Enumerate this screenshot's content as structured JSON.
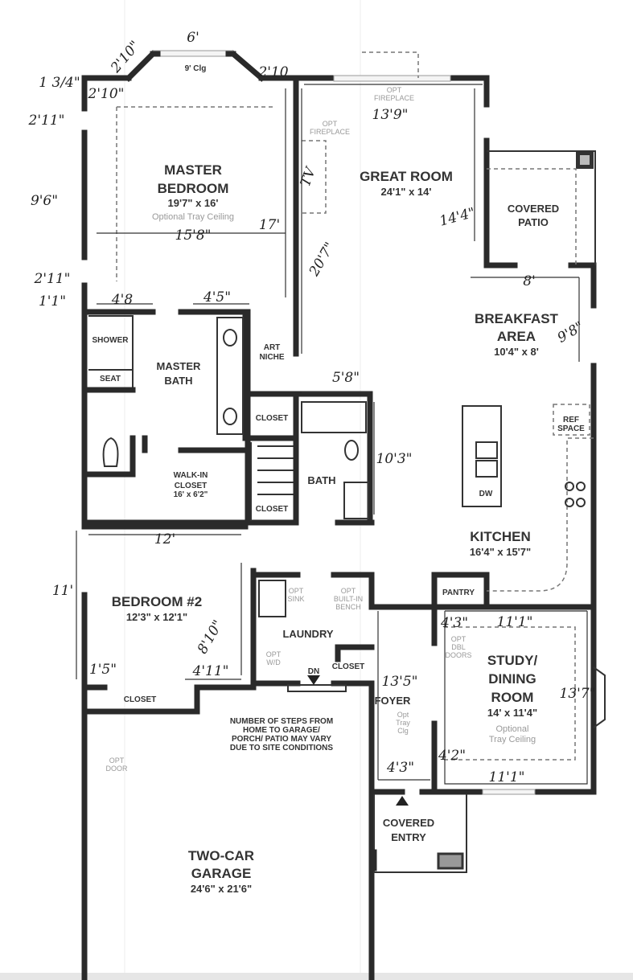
{
  "rooms": {
    "master_bedroom": {
      "name_1": "MASTER",
      "name_2": "BEDROOM",
      "size": "19'7\" x 16'",
      "note": "Optional Tray Ceiling",
      "ceiling": "9' Clg"
    },
    "great_room": {
      "name": "GREAT ROOM",
      "size": "24'1\" x 14'",
      "opt_fireplace_1": "OPT",
      "opt_fireplace_2": "FIREPLACE"
    },
    "covered_patio": {
      "name_1": "COVERED",
      "name_2": "PATIO"
    },
    "breakfast_area": {
      "name_1": "BREAKFAST",
      "name_2": "AREA",
      "size": "10'4\" x 8'"
    },
    "master_bath": {
      "name_1": "MASTER",
      "name_2": "BATH",
      "shower": "SHOWER",
      "seat": "SEAT"
    },
    "art_niche": {
      "name_1": "ART",
      "name_2": "NICHE"
    },
    "closet_upper": "CLOSET",
    "closet_lower": "CLOSET",
    "walk_in_closet": {
      "name_1": "WALK-IN",
      "name_2": "CLOSET",
      "size": "16' x 6'2\""
    },
    "bath": "BATH",
    "ref_space": {
      "line_1": "REF",
      "line_2": "SPACE"
    },
    "dw": "DW",
    "kitchen": {
      "name": "KITCHEN",
      "size": "16'4\" x 15'7\""
    },
    "pantry": "PANTRY",
    "bedroom_2": {
      "name": "BEDROOM #2",
      "size": "12'3\" x 12'1\"",
      "closet": "CLOSET"
    },
    "laundry": {
      "name": "LAUNDRY",
      "opt_sink_1": "OPT",
      "opt_sink_2": "SINK",
      "opt_bench_1": "OPT",
      "opt_bench_2": "BUILT-IN",
      "opt_bench_3": "BENCH",
      "opt_wd_1": "OPT",
      "opt_wd_2": "W/D",
      "closet": "CLOSET",
      "dn": "DN"
    },
    "foyer": {
      "name": "FOYER",
      "note_1": "Opt",
      "note_2": "Tray",
      "note_3": "Clg"
    },
    "study": {
      "name_1": "STUDY/",
      "name_2": "DINING",
      "name_3": "ROOM",
      "size": "14' x 11'4\"",
      "note_1": "Optional",
      "note_2": "Tray Ceiling",
      "opt_doors_1": "OPT",
      "opt_doors_2": "DBL",
      "opt_doors_3": "DOORS"
    },
    "covered_entry": {
      "name_1": "COVERED",
      "name_2": "ENTRY"
    },
    "garage": {
      "name_1": "TWO-CAR",
      "name_2": "GARAGE",
      "size": "24'6\" x 21'6\"",
      "opt_door_1": "OPT",
      "opt_door_2": "DOOR"
    },
    "tv": "TV"
  },
  "notice": [
    "NUMBER OF STEPS FROM",
    "HOME TO GARAGE/",
    "PORCH/ PATIO MAY VARY",
    "DUE TO SITE CONDITIONS"
  ],
  "handwritten": {
    "bay_left": "2'10\"",
    "bay_top": "6'",
    "bay_right": "2'10",
    "inner_2_10": "2'10\"",
    "left_1_3_4": "1 3/4\"",
    "left_2_11_a": "2'11\"",
    "left_9_6": "9'6\"",
    "left_2_11_b": "2'11\"",
    "left_1_1": "1'1\"",
    "mb_width": "15'8\"",
    "mb_17": "17'",
    "bath_4_8": "4'8",
    "bath_4_5": "4'5\"",
    "gr_13_9": "13'9\"",
    "gr_20_7": "20'7\"",
    "gr_14_4": "14'4\"",
    "bk_8": "8'",
    "bk_9_8": "9'8\"",
    "bath_5_8": "5'8\"",
    "bath_10_3": "10'3\"",
    "br2_12": "12'",
    "br2_11": "11'",
    "br2_8_10": "8'10\"",
    "br2_1_5": "1'5\"",
    "br2_4_11": "4'11\"",
    "st_11_1_top": "11'1\"",
    "st_4_3": "4'3\"",
    "st_13_7": "13'7\"",
    "st_4_2": "4'2\"",
    "st_11_1_bot": "11'1\"",
    "fy_13_5": "13'5\"",
    "fy_4_3": "4'3\""
  }
}
